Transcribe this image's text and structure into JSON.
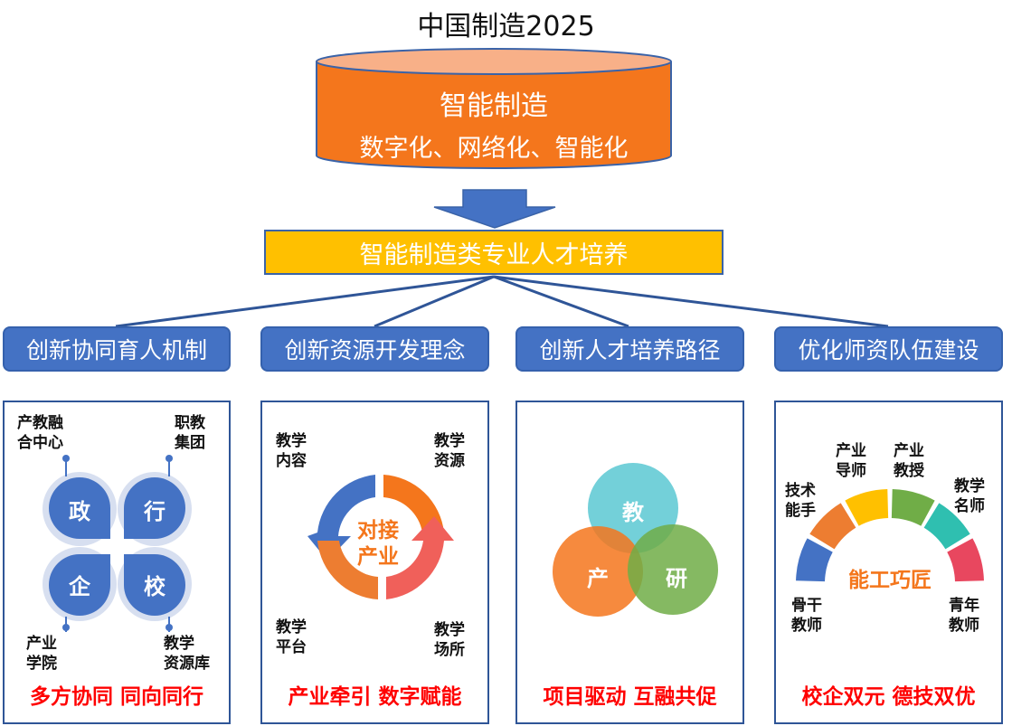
{
  "title": "中国制造2025",
  "core": {
    "title": "智能制造",
    "subtitle": "数字化、网络化、智能化"
  },
  "talent": "智能制造类专业人才培养",
  "pillars": [
    "创新协同育人机制",
    "创新资源开发理念",
    "创新人才培养路径",
    "优化师资队伍建设"
  ],
  "panel1": {
    "quads": [
      "政",
      "行",
      "企",
      "校"
    ],
    "labels": [
      "产教融\n合中心",
      "职教\n集团",
      "产业\n学院",
      "教学\n资源库"
    ],
    "slogan": "多方协同 同向同行"
  },
  "panel2": {
    "center": "对接\n产业",
    "labels": [
      "教学\n内容",
      "教学\n资源",
      "教学\n平台",
      "教学\n场所"
    ],
    "slogan": "产业牵引 数字赋能"
  },
  "panel3": {
    "circles": [
      "教",
      "产",
      "研"
    ],
    "slogan": "项目驱动 互融共促"
  },
  "panel4": {
    "center": "能工巧匠",
    "labels": [
      "技术\n能手",
      "产业\n导师",
      "产业\n教授",
      "教学\n名师",
      "骨干\n教师",
      "青年\n教师"
    ],
    "slogan": "校企双元 德技双优"
  },
  "colors": {
    "orange": "#f4761c",
    "yellow": "#ffc000",
    "blue": "#4472c4",
    "red_text": "#ff0000",
    "teal": "#5bc8d2",
    "green": "#70ad47",
    "salmon": "#f0605a"
  }
}
